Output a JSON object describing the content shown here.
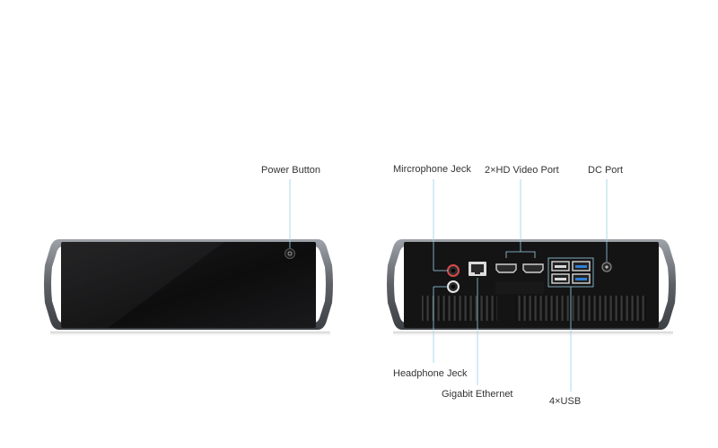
{
  "labels": {
    "power_button": "Power Button",
    "microphone_jack": "Mircrophone Jeck",
    "hd_video_port": "2×HD Video Port",
    "dc_port": "DC Port",
    "headphone_jack": "Headphone Jeck",
    "gigabit_ethernet": "Gigabit Ethernet",
    "usb": "4×USB"
  },
  "colors": {
    "callout_line": "#9ad0e6",
    "usb3_blue": "#2f7fd8",
    "mic_jack_ring": "#d84a4a",
    "device_body": "#111111",
    "device_frame": "#6a6e74"
  }
}
